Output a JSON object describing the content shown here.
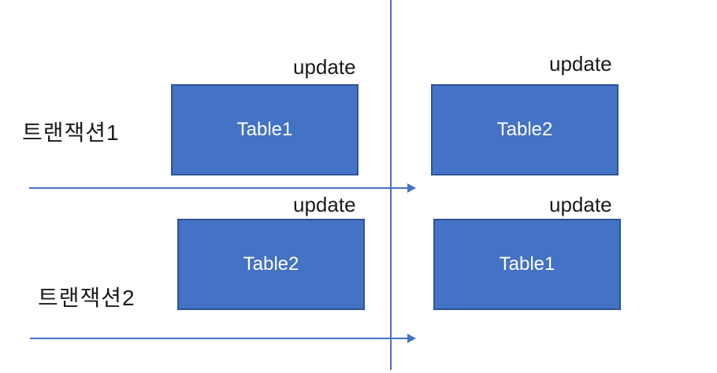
{
  "colors": {
    "box-fill": "#4472C4",
    "box-border": "#2F5496",
    "line": "#4472C4",
    "text-dark": "#1b1b1b",
    "text-light": "#ffffff"
  },
  "diagram": {
    "type": "transaction-deadlock-timeline",
    "lanes": [
      {
        "label": "트랜잭션1",
        "steps": [
          {
            "action": "update",
            "target": "Table1"
          },
          {
            "action": "update",
            "target": "Table2"
          }
        ]
      },
      {
        "label": "트랜잭션2",
        "steps": [
          {
            "action": "update",
            "target": "Table2"
          },
          {
            "action": "update",
            "target": "Table1"
          }
        ]
      }
    ]
  }
}
